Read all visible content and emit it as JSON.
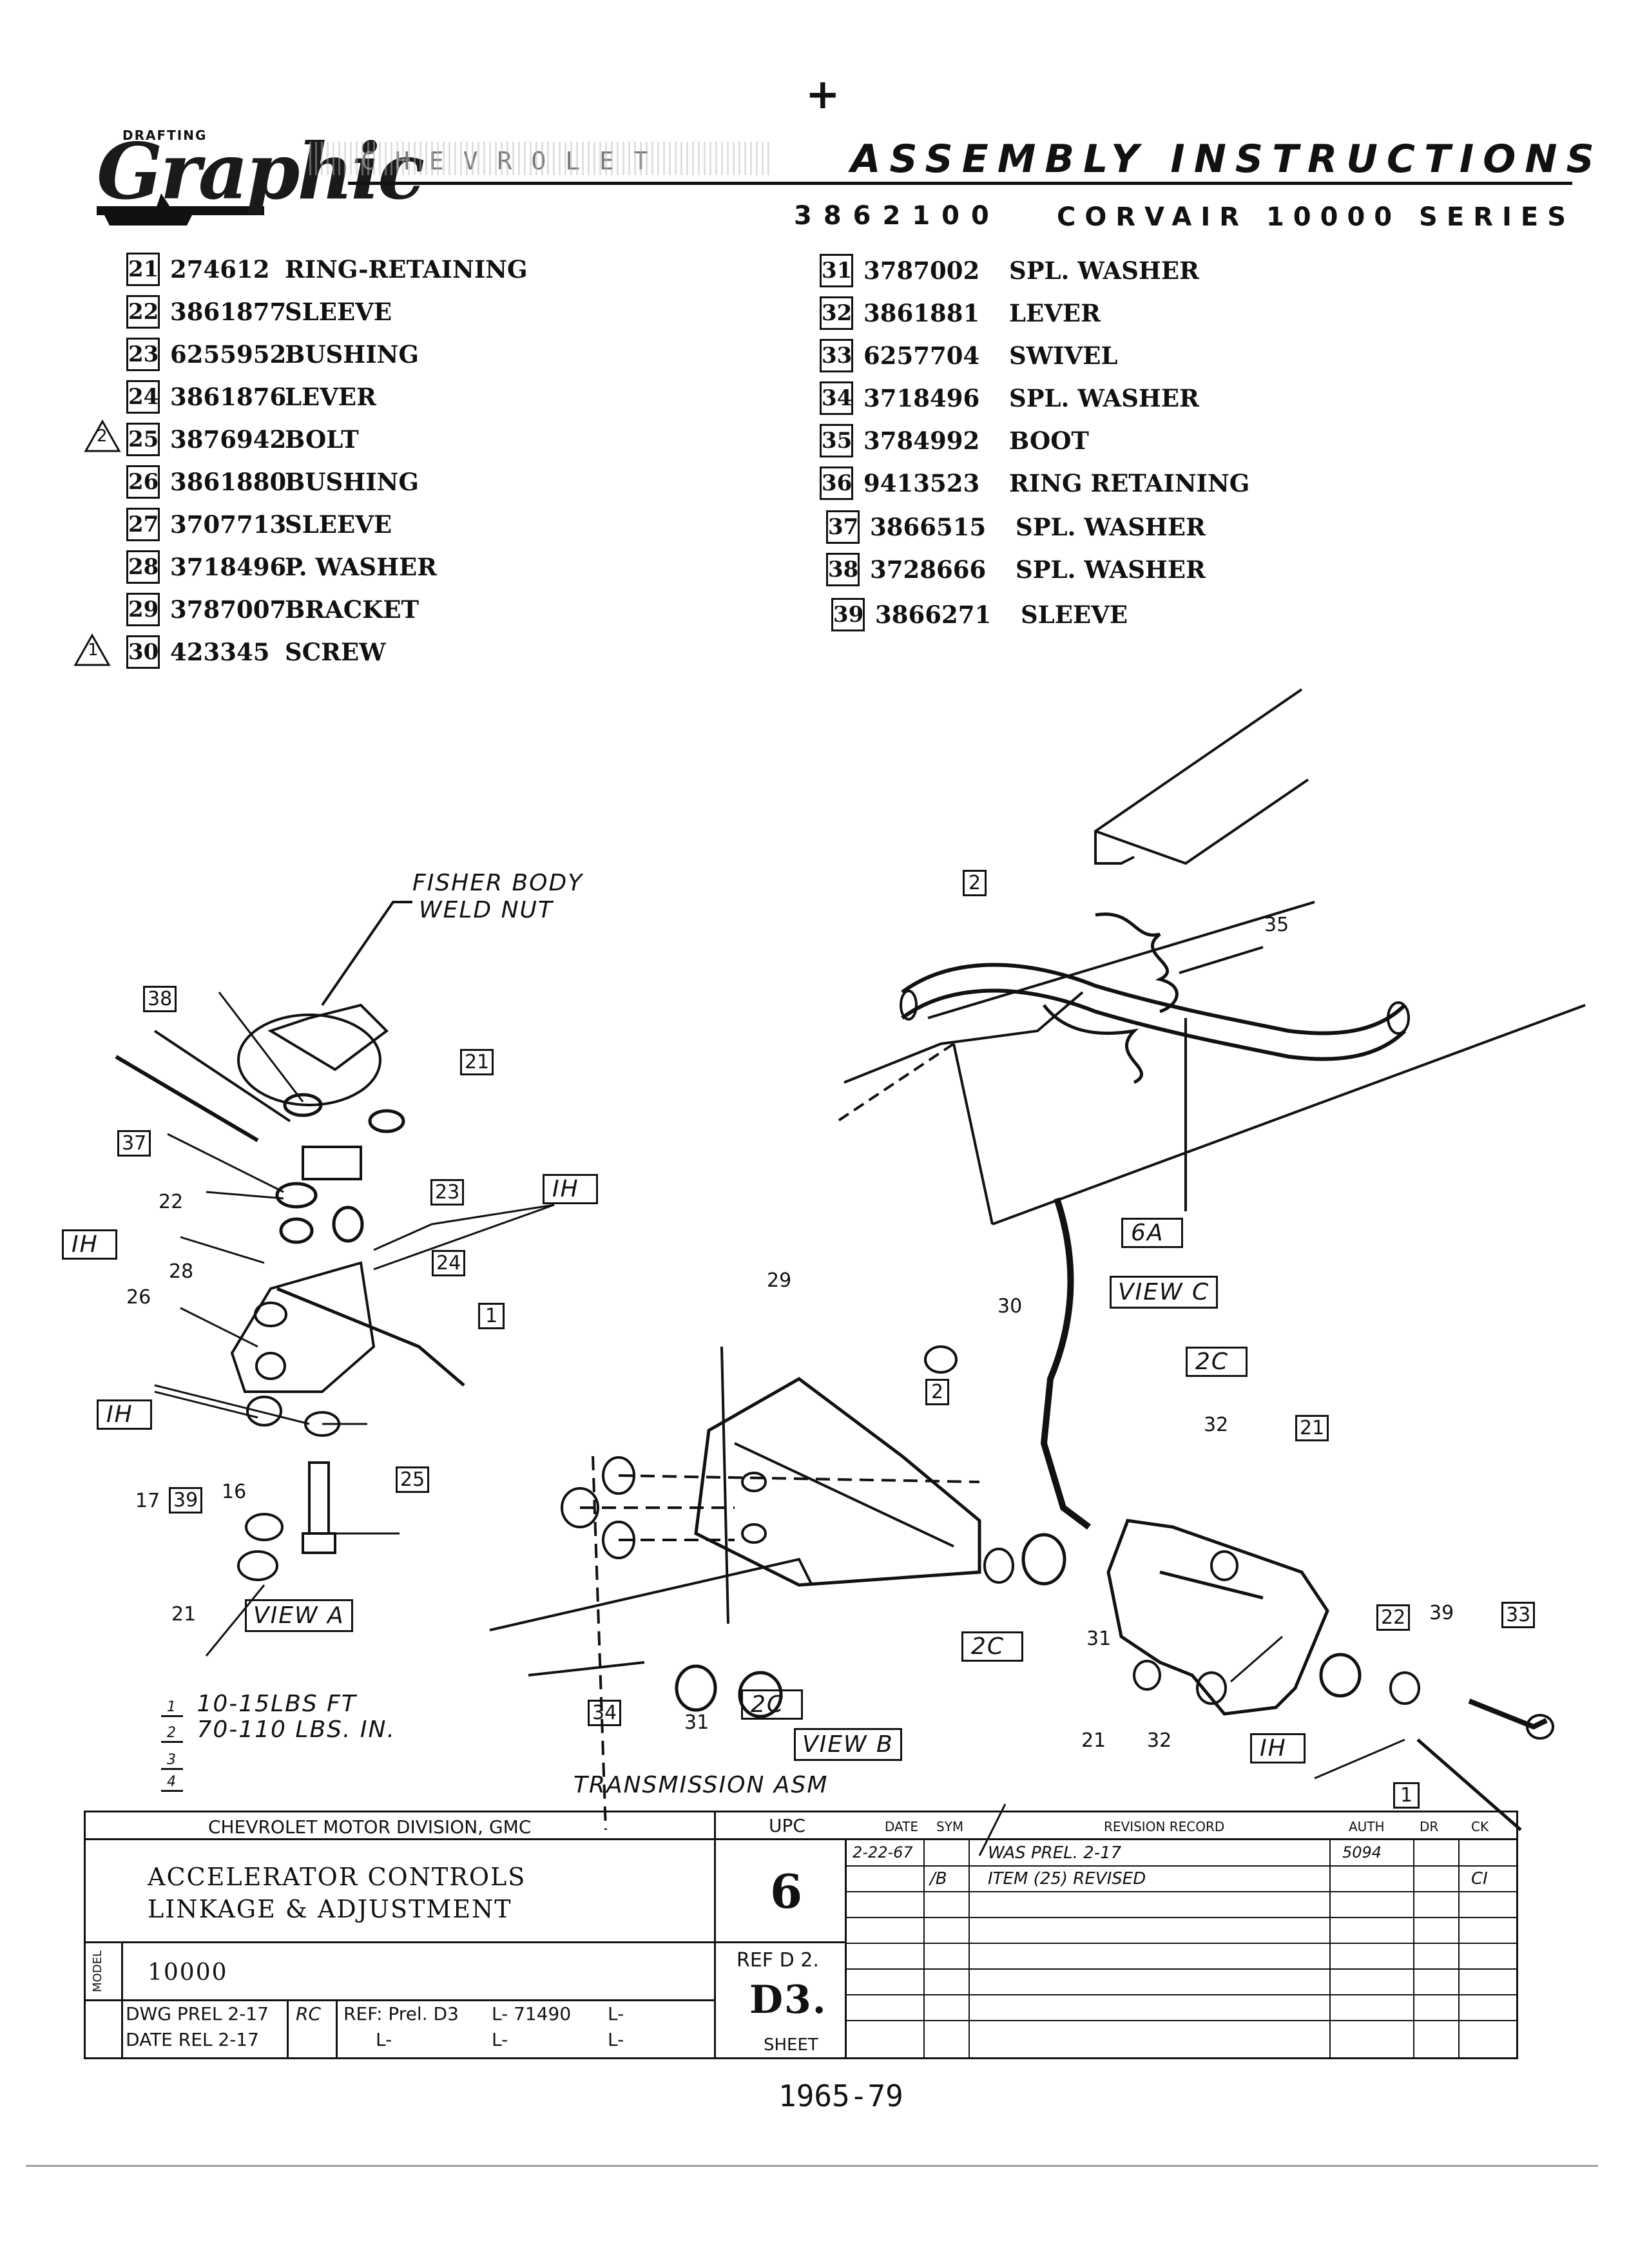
{
  "top_mark": "+",
  "logo": {
    "drafting": "DRAFTING",
    "script": "Graphic",
    "strip": "CHEVROLET"
  },
  "header": {
    "title": "ASSEMBLY INSTRUCTIONS",
    "part_number": "3862100",
    "model": "CORVAIR 10000 SERIES"
  },
  "parts_left": [
    {
      "num": "21",
      "pn": "274612",
      "desc": "RING-RETAINING",
      "note": ""
    },
    {
      "num": "22",
      "pn": "3861877",
      "desc": "SLEEVE",
      "note": ""
    },
    {
      "num": "23",
      "pn": "6255952",
      "desc": "BUSHING",
      "note": ""
    },
    {
      "num": "24",
      "pn": "3861876",
      "desc": "LEVER",
      "note": ""
    },
    {
      "num": "25",
      "pn": "3876942",
      "desc": "BOLT",
      "note": "2"
    },
    {
      "num": "26",
      "pn": "3861880",
      "desc": "BUSHING",
      "note": ""
    },
    {
      "num": "27",
      "pn": "3707713",
      "desc": "SLEEVE",
      "note": ""
    },
    {
      "num": "28",
      "pn": "3718496",
      "desc": "P. WASHER",
      "note": ""
    },
    {
      "num": "29",
      "pn": "3787007",
      "desc": "BRACKET",
      "note": ""
    },
    {
      "num": "30",
      "pn": "423345",
      "desc": "SCREW",
      "note": "1"
    }
  ],
  "parts_right": [
    {
      "num": "31",
      "pn": "3787002",
      "desc": "SPL. WASHER"
    },
    {
      "num": "32",
      "pn": "3861881",
      "desc": "LEVER"
    },
    {
      "num": "33",
      "pn": "6257704",
      "desc": "SWIVEL"
    },
    {
      "num": "34",
      "pn": "3718496",
      "desc": "SPL. WASHER"
    },
    {
      "num": "35",
      "pn": "3784992",
      "desc": "BOOT"
    },
    {
      "num": "36",
      "pn": "9413523",
      "desc": "RING RETAINING"
    },
    {
      "num": "37",
      "pn": "3866515",
      "desc": "SPL. WASHER"
    },
    {
      "num": "38",
      "pn": "3728666",
      "desc": "SPL. WASHER"
    },
    {
      "num": "39",
      "pn": "3866271",
      "desc": "SLEEVE"
    }
  ],
  "diagram": {
    "fisher_line1": "FISHER BODY",
    "fisher_line2": "WELD NUT",
    "transmission": "TRANSMISSION ASM",
    "views": {
      "a": "VIEW A",
      "b": "VIEW B",
      "c": "VIEW C"
    },
    "flags": {
      "ih": "IH",
      "sixa": "6A",
      "twoc": "2C"
    },
    "callouts": [
      "38",
      "21",
      "37",
      "22",
      "23",
      "28",
      "26",
      "24",
      "1",
      "25",
      "39",
      "17",
      "16",
      "21",
      "2",
      "35",
      "29",
      "30",
      "2",
      "32",
      "21",
      "31",
      "34",
      "31",
      "21",
      "32",
      "22",
      "39",
      "33",
      "1"
    ],
    "torque_notes": [
      {
        "mark": "1",
        "text": "10-15LBS FT"
      },
      {
        "mark": "2",
        "text": "70-110 LBS. IN."
      },
      {
        "mark": "3",
        "text": ""
      },
      {
        "mark": "4",
        "text": ""
      }
    ]
  },
  "title_block": {
    "division": "CHEVROLET MOTOR DIVISION, GMC",
    "title_line1": "ACCELERATOR CONTROLS",
    "title_line2": "LINKAGE & ADJUSTMENT",
    "model": "10000",
    "side_label": "MODEL",
    "dwg_prel": "DWG PREL 2-17",
    "initials": "RC",
    "date_rel": "DATE REL 2-17",
    "ref_prel": "REF: Prel. D3",
    "ref_l1": "L- 71490",
    "ref_l2": "L-",
    "ref_l3": "L-",
    "ref_l4": "L-",
    "ref_l5": "L-",
    "upc_header": "UPC",
    "upc": "6",
    "ref_d": "REF D 2.",
    "sheet_code": "D3.",
    "sheet": "SHEET",
    "rev_headers": {
      "date": "DATE",
      "sym": "SYM",
      "record": "REVISION RECORD",
      "auth": "AUTH",
      "dr": "DR",
      "ck": "CK"
    },
    "rev_rows": [
      {
        "date": "2-22-67",
        "sym": "",
        "record": "WAS PREL. 2-17",
        "auth": "5094",
        "dr": "",
        "ck": ""
      },
      {
        "date": "",
        "sym": "/B",
        "record": "ITEM (25) REVISED",
        "auth": "",
        "dr": "",
        "ck": "CI"
      }
    ]
  },
  "page_number": "1965-79"
}
